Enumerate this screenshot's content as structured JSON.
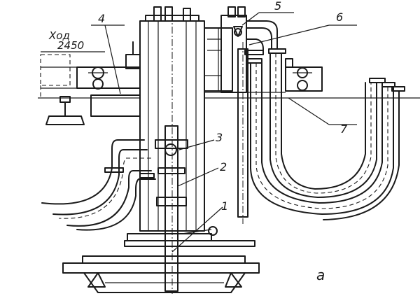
{
  "stroke_label": "Ход",
  "stroke_value": "2450",
  "callouts": [
    "1",
    "2",
    "3",
    "4",
    "5",
    "6",
    "7"
  ],
  "sublabel": "а",
  "colors": {
    "ink": "#1a1a1a",
    "paper": "#ffffff"
  }
}
